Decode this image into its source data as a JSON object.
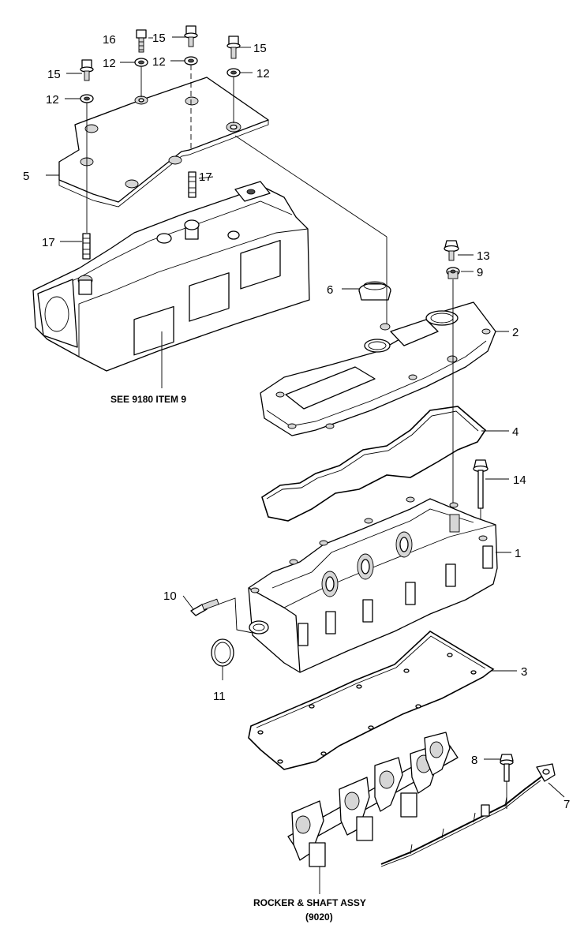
{
  "callouts": {
    "c1": "1",
    "c2": "2",
    "c3": "3",
    "c4": "4",
    "c5": "5",
    "c6": "6",
    "c7": "7",
    "c8": "8",
    "c9": "9",
    "c10": "10",
    "c11": "11",
    "c12a": "12",
    "c12b": "12",
    "c12c": "12",
    "c12d": "12",
    "c13": "13",
    "c14": "14",
    "c15a": "15",
    "c15b": "15",
    "c15c": "15",
    "c16": "16",
    "c17a": "17",
    "c17b": "17"
  },
  "notes": {
    "see_ref": "SEE 9180 ITEM 9",
    "rocker_line1": "ROCKER & SHAFT ASSY",
    "rocker_line2": "(9020)"
  }
}
